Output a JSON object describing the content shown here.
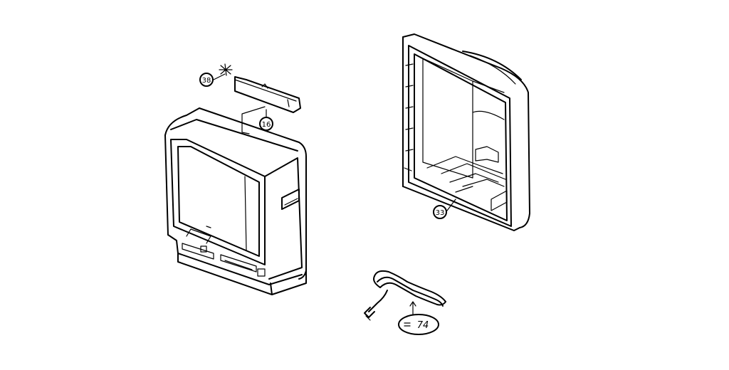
{
  "callouts": {
    "screw": "38",
    "bracket": "16",
    "back_cabinet": "33",
    "power_cord": "74"
  }
}
